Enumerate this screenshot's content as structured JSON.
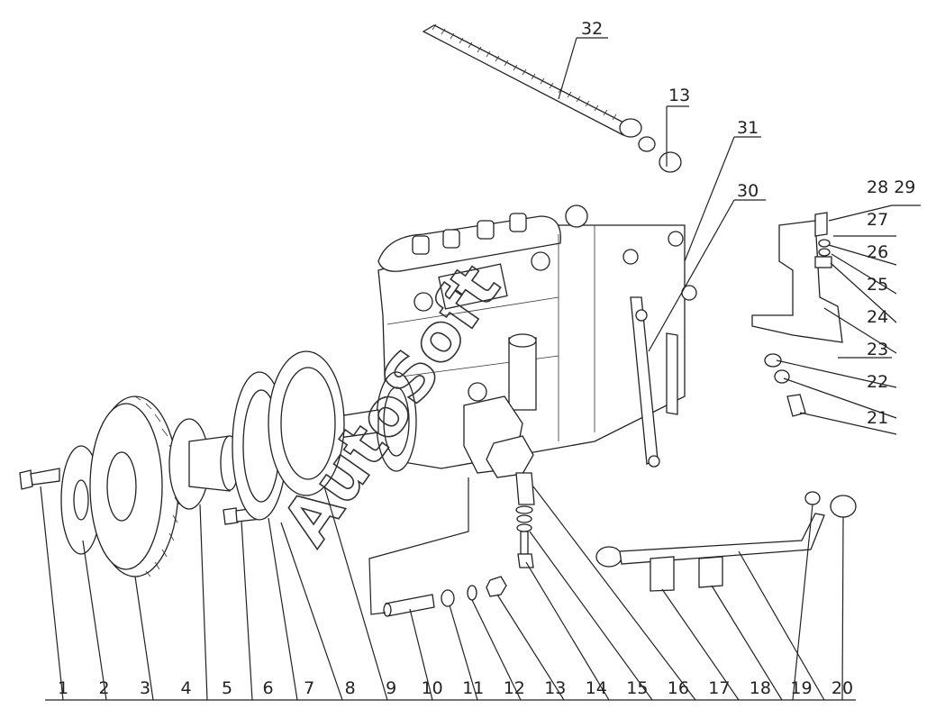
{
  "bottom_callouts": [
    "1",
    "2",
    "3",
    "4",
    "5",
    "6",
    "7",
    "8",
    "9",
    "10",
    "11",
    "12",
    "13",
    "14",
    "15",
    "16",
    "17",
    "18",
    "19",
    "20"
  ],
  "right_callouts": [
    "28 29",
    "27",
    "26",
    "25",
    "24",
    "23",
    "22",
    "21"
  ],
  "top_callouts": [
    "32",
    "13",
    "31",
    "30"
  ],
  "watermark": "AutoSoft"
}
